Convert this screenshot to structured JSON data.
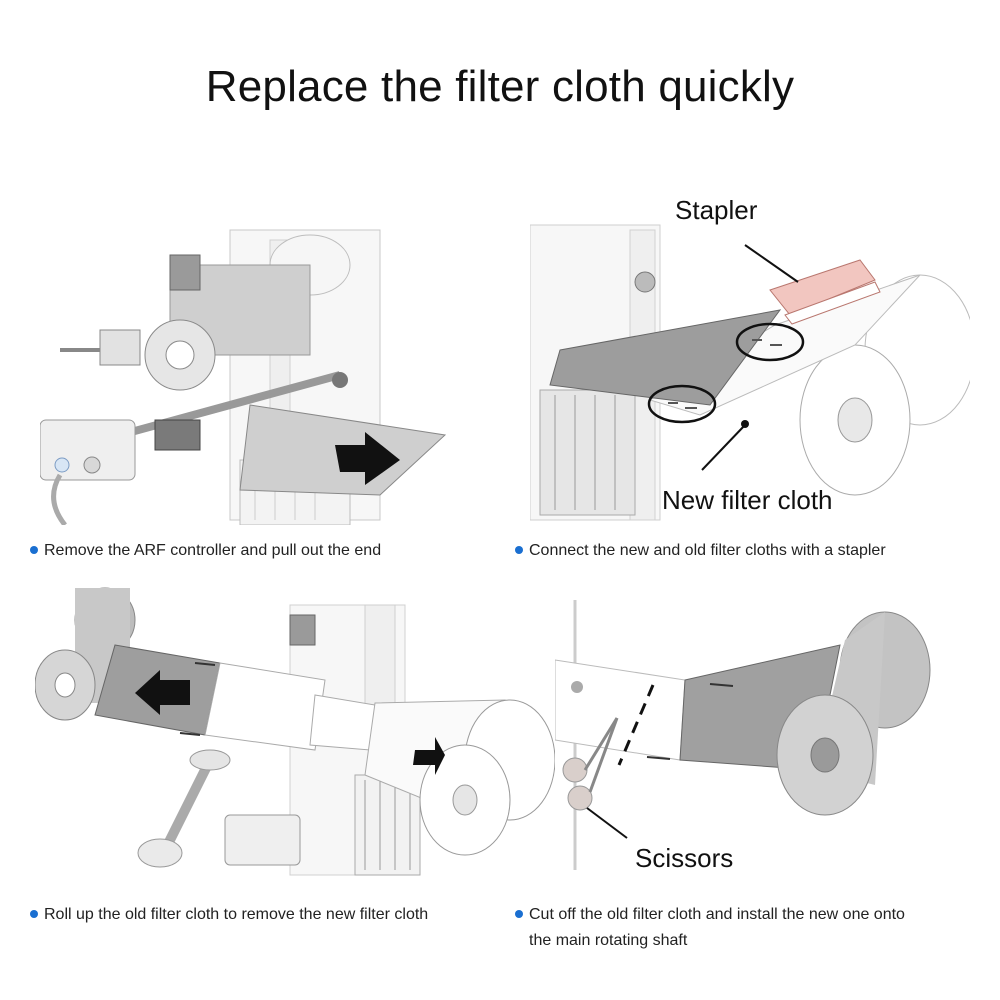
{
  "title": "Replace the filter cloth quickly",
  "accent_color": "#1a6fd1",
  "panels": [
    {
      "caption": "Remove the ARF controller and pull out the end"
    },
    {
      "caption": "Connect the new and old filter cloths with a stapler",
      "labels": {
        "stapler": "Stapler",
        "new_cloth": "New filter cloth"
      }
    },
    {
      "caption": "Roll up the old filter cloth to remove the new filter cloth"
    },
    {
      "caption_line1": "Cut off the old filter cloth and install the new one onto",
      "caption_line2": "the main rotating shaft",
      "labels": {
        "scissors": "Scissors"
      }
    }
  ]
}
